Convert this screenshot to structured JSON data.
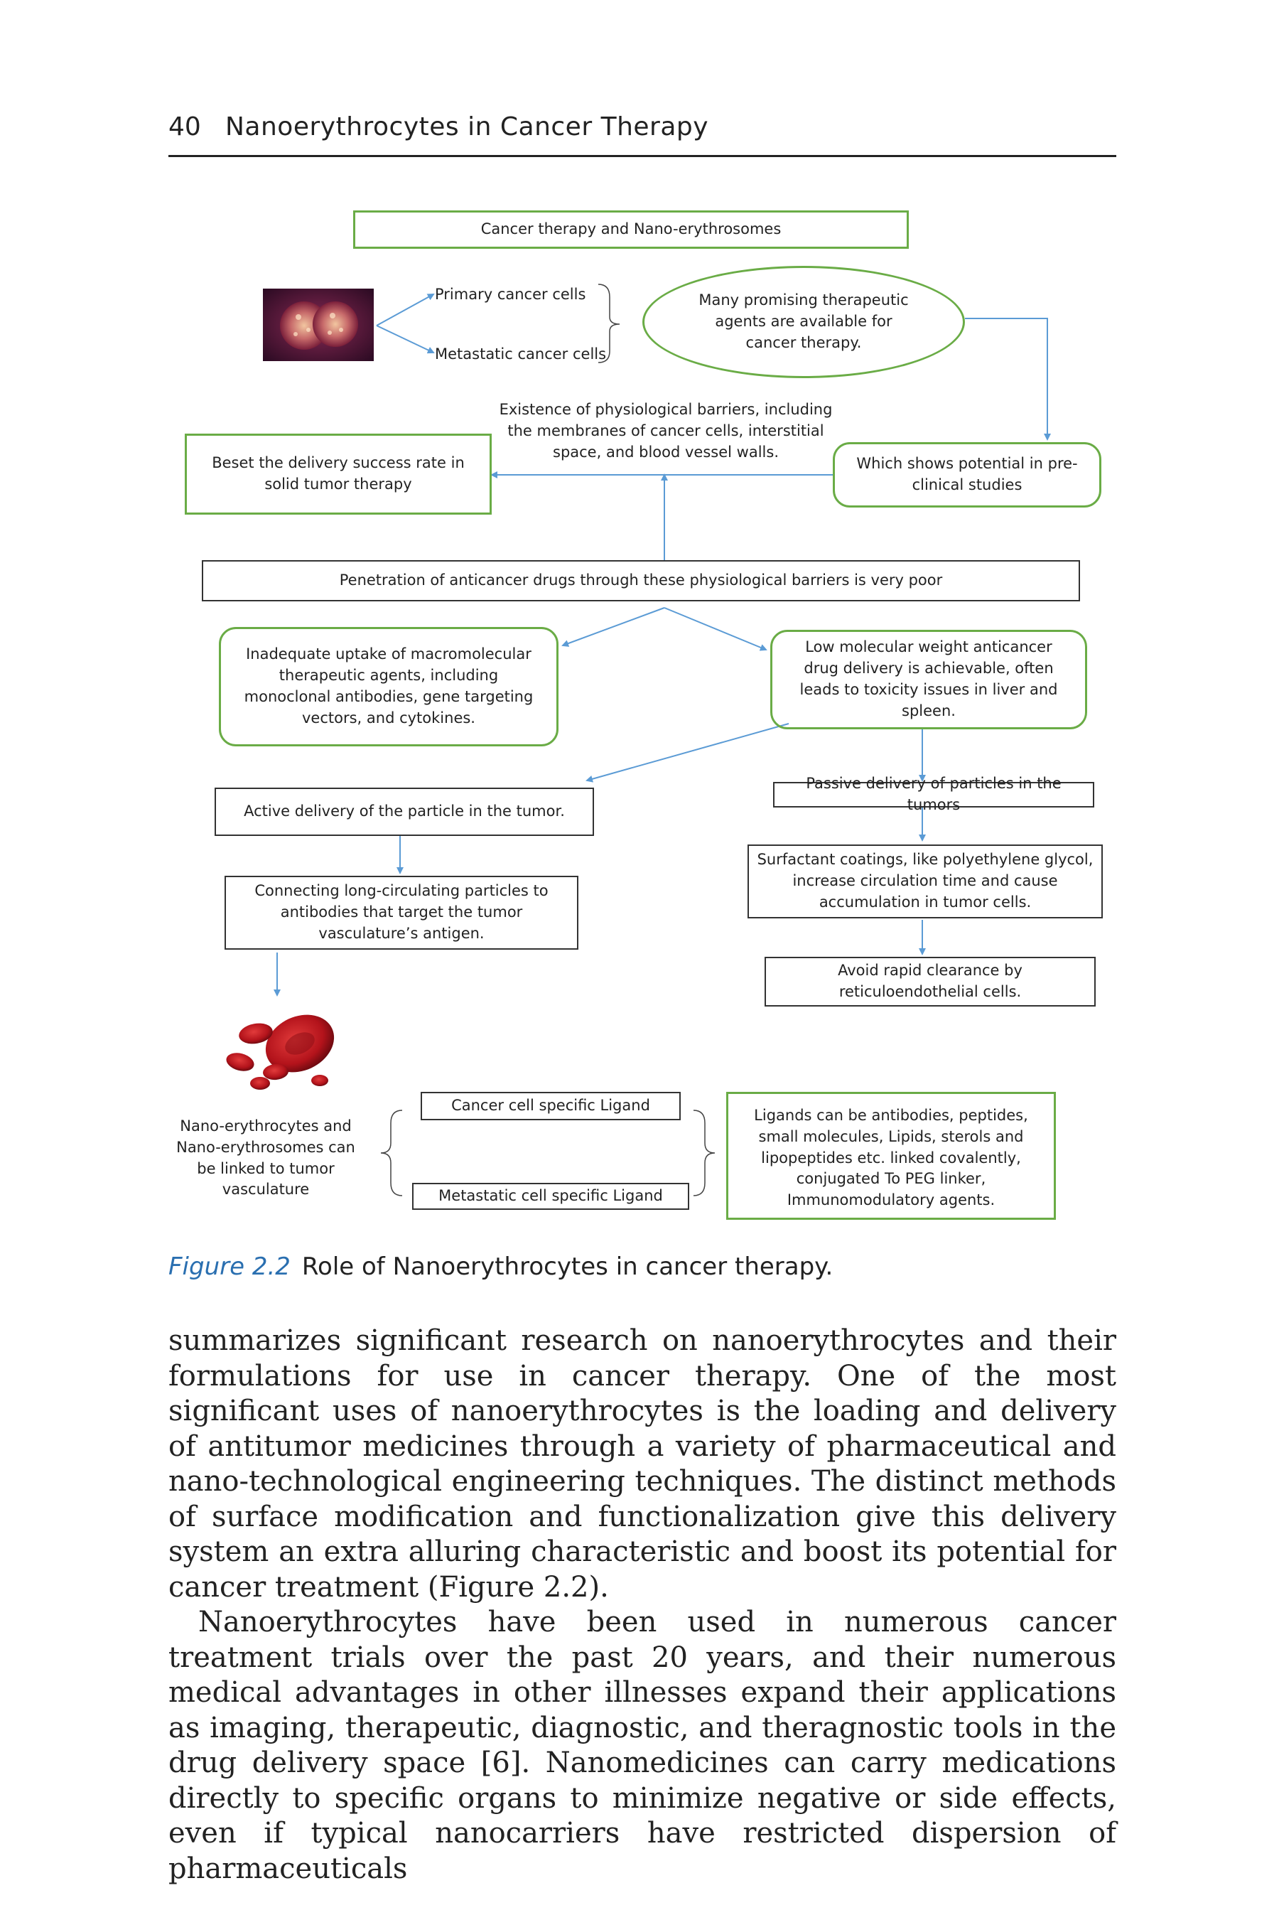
{
  "header": {
    "page_number": "40",
    "running_title": "Nanoerythrocytes in Cancer Therapy"
  },
  "diagram": {
    "top_box": "Cancer therapy and Nano-erythrosomes",
    "primary_cells": "Primary cancer cells",
    "metastatic_cells": "Metastatic cancer cells",
    "promising_agents": "Many promising therapeutic agents are available for cancer therapy.",
    "barriers": "Existence of physiological barriers, including the membranes of cancer cells, interstitial space, and blood vessel walls.",
    "beset": "Beset the delivery success rate in solid tumor therapy",
    "preclinical": "Which shows potential in pre-clinical studies",
    "penetration": "Penetration of anticancer drugs through these physiological barriers is very poor",
    "inadequate_uptake": "Inadequate uptake of macromolecular therapeutic agents, including monoclonal antibodies, gene targeting vectors, and cytokines.",
    "low_mw": "Low molecular weight anticancer drug delivery is achievable, often leads to toxicity issues in liver and spleen.",
    "active_delivery": "Active delivery of the particle in the tumor.",
    "passive_delivery": "Passive delivery of particles in the tumors",
    "connecting": "Connecting long-circulating particles to antibodies that target the tumor vasculature’s antigen.",
    "surfactant": "Surfactant coatings, like polyethylene glycol, increase circulation time and cause accumulation in tumor cells.",
    "avoid_clearance": "Avoid rapid clearance by reticuloendothelial cells.",
    "linked_vasculature": "Nano-erythrocytes and Nano-erythrosomes can be linked to tumor vasculature",
    "cancer_ligand": "Cancer cell specific Ligand",
    "metastatic_ligand": "Metastatic cell specific Ligand",
    "ligands_types": "Ligands can be antibodies, peptides, small molecules, Lipids, sterols and lipopeptides etc. linked covalently, conjugated To PEG linker, Immunomodulatory agents.",
    "colors": {
      "green": "#6aac46",
      "arrow": "#5b9bd5"
    }
  },
  "caption": {
    "label": "Figure 2.2",
    "text": "Role of Nanoerythrocytes in cancer therapy."
  },
  "body": {
    "paragraph1": "summarizes significant research on nanoerythrocytes and their formulations for use in cancer therapy. One of the most significant uses of nanoerythrocytes is the loading and delivery of antitumor medicines through a variety of pharmaceutical and nano-technological engineering techniques. The distinct methods of surface modification and functionalization give this delivery system an extra alluring characteristic and boost its potential for cancer treatment (Figure 2.2).",
    "paragraph2": "Nanoerythrocytes have been used in numerous cancer treatment trials over the past 20 years, and their numerous medical advantages in other illnesses expand their applications as imaging, therapeutic, diagnostic, and theragnostic tools in the drug delivery space [6]. Nanomedicines can carry medications directly to specific organs to minimize negative or side effects, even if typical nanocarriers have restricted dispersion of pharmaceuticals"
  }
}
